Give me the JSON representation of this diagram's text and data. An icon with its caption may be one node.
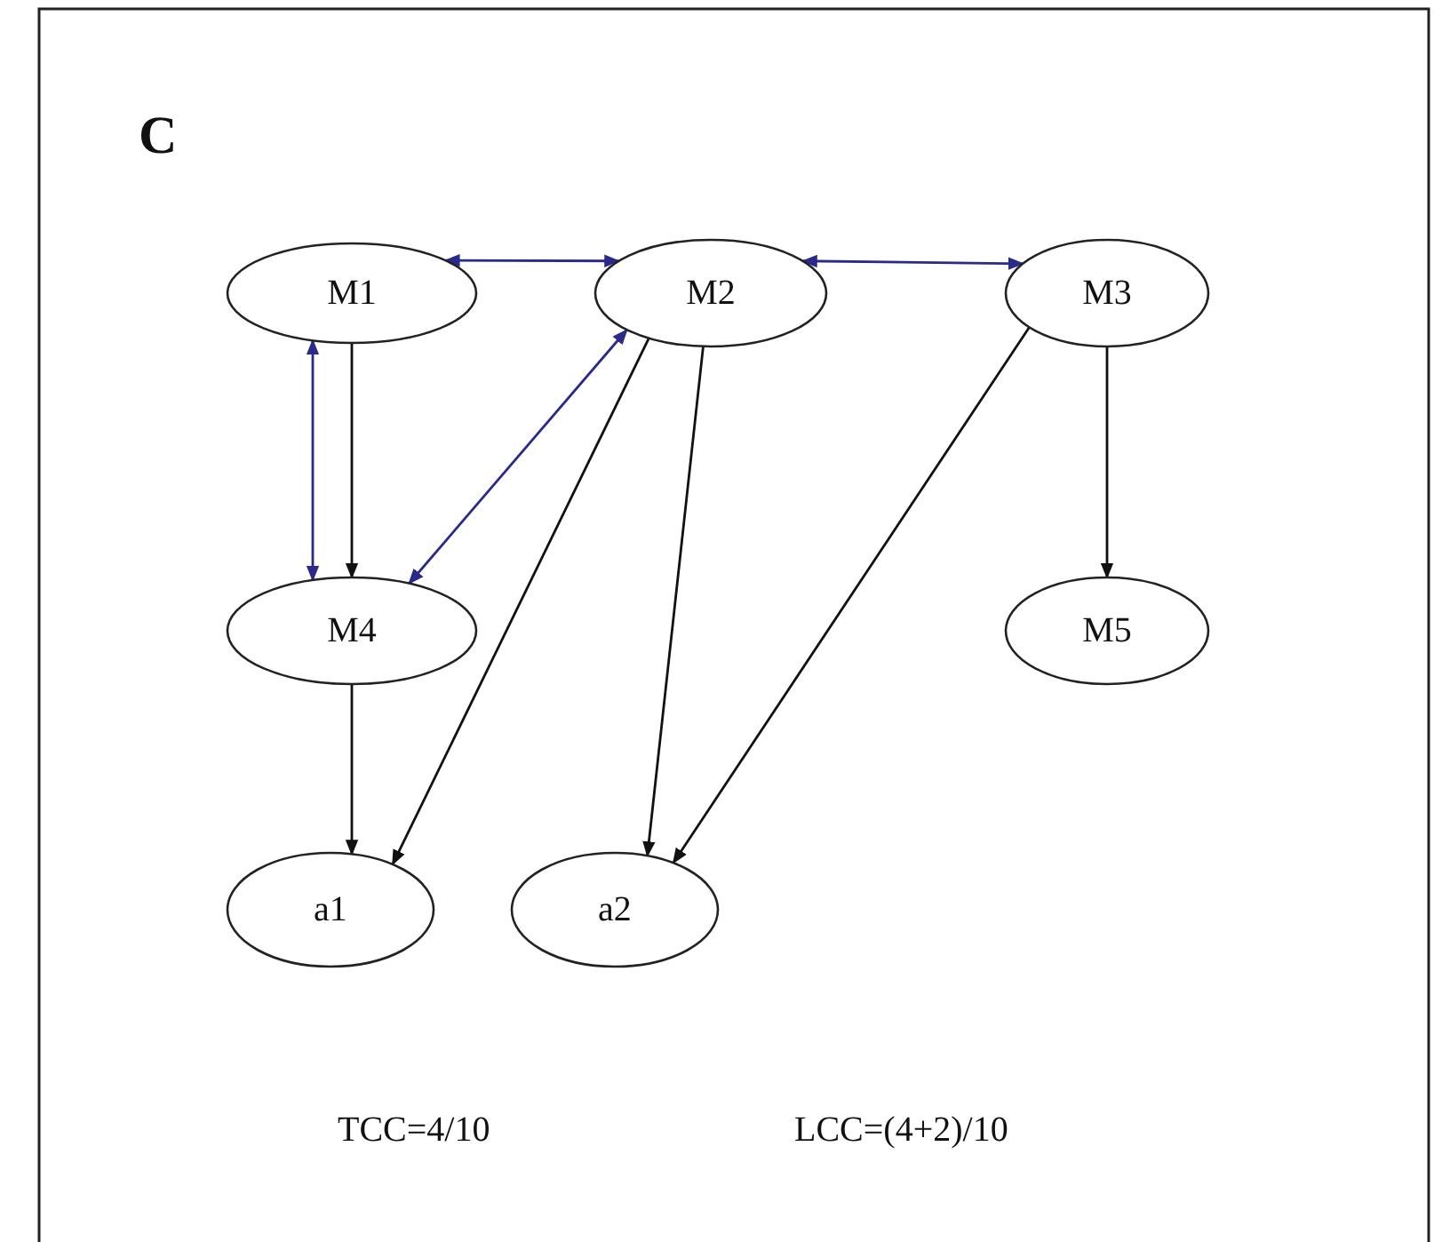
{
  "diagram": {
    "nodes": [
      {
        "text": [
          "M1"
        ]
      },
      {
        "text": [
          "M2"
        ]
      },
      {
        "text": [
          "M3"
        ]
      },
      {
        "text": [
          "M4"
        ]
      },
      {
        "text": [
          "M5"
        ]
      },
      {
        "text": [
          "a1"
        ]
      },
      {
        "text": [
          "a2"
        ]
      }
    ],
    "edges": [
      {
        "from": 0,
        "to": 1,
        "arrow": "both",
        "color": "#2a2a8c"
      },
      {
        "from": 1,
        "to": 2,
        "arrow": "both",
        "color": "#2a2a8c"
      },
      {
        "from": 0,
        "to": 3,
        "arrow": "both",
        "color": "#2a2a8c"
      },
      {
        "from": 0,
        "to": 3,
        "arrow": "to"
      },
      {
        "from": 1,
        "to": 3,
        "arrow": "both",
        "color": "#2a2a8c"
      },
      {
        "from": 1,
        "to": 5,
        "arrow": "to"
      },
      {
        "from": 1,
        "to": 6,
        "arrow": "to"
      },
      {
        "from": 2,
        "to": 6,
        "arrow": "to"
      },
      {
        "from": 2,
        "to": 4,
        "arrow": "to"
      },
      {
        "from": 3,
        "to": 5,
        "arrow": "to"
      }
    ],
    "labels": [
      "C",
      "TCC=4/10",
      "LCC=(4+2)/10"
    ]
  }
}
